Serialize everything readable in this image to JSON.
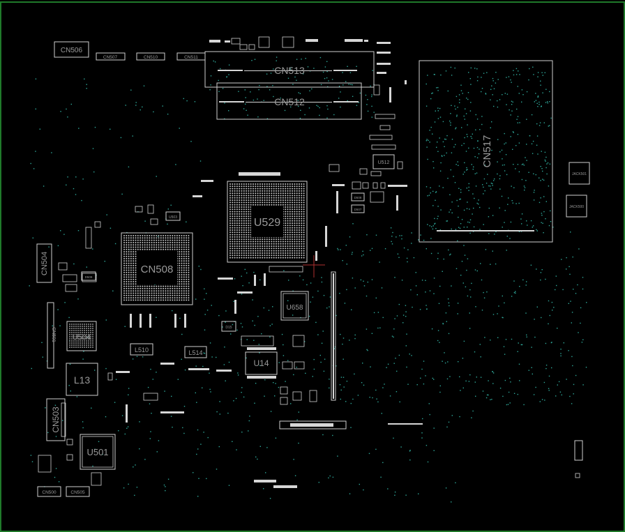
{
  "board": {
    "background_color": "#000000",
    "silkscreen_color": "#d0d0d0",
    "via_color": "#2fa89a",
    "frame_color": "#1f7a2a"
  },
  "labels": {
    "cn506": "CN506",
    "cn507": "CN507",
    "cn510": "CN510",
    "cn511": "CN511",
    "cn513": "CN513",
    "cn512": "CN512",
    "cn517": "CN517",
    "jack501": "JACK501",
    "jack500": "JACK500",
    "u512": "U512",
    "u529": "U529",
    "cn508": "CN508",
    "cn504": "CN504",
    "u503": "U503",
    "u504": "U504",
    "cn501": "CN501",
    "l13": "L13",
    "cn503": "CN503",
    "u501": "U501",
    "cn500": "CN500",
    "cn505": "CN505",
    "l510": "L510",
    "l514": "L514",
    "u658": "U658",
    "u14": "U14",
    "d15": "D15",
    "d507": "D507",
    "d508": "D508",
    "d509": "D509"
  }
}
